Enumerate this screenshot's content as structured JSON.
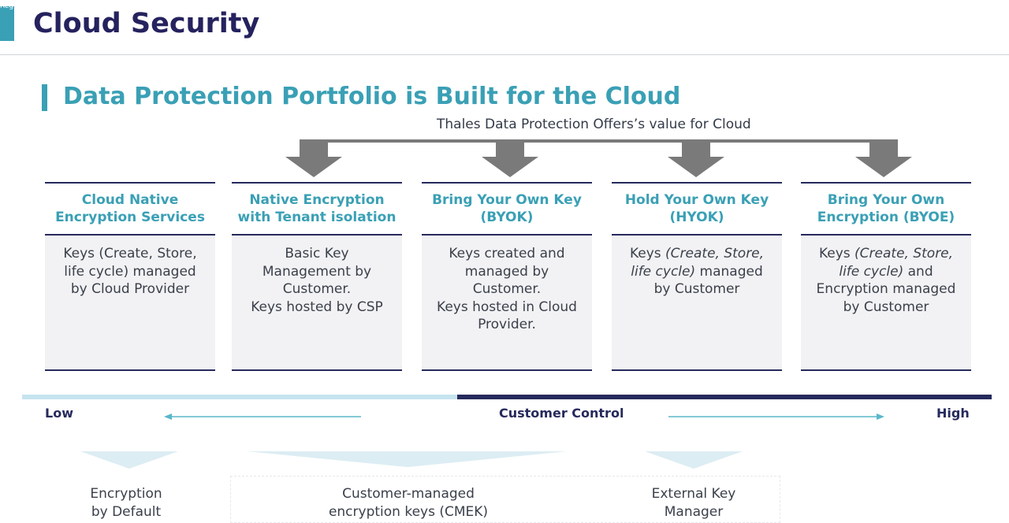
{
  "corner_text": "Reg",
  "header": {
    "title": "Cloud Security"
  },
  "subtitle": "Data Protection Portfolio is Built for the Cloud",
  "offers_caption": "Thales Data Protection Offers’s value for Cloud",
  "columns": [
    {
      "title_lines": [
        "Cloud Native",
        "Encryption Services"
      ],
      "body": [
        [
          "Keys (Create, Store,"
        ],
        [
          "life cycle) managed"
        ],
        [
          "by Cloud Provider"
        ]
      ]
    },
    {
      "title_lines": [
        "Native Encryption",
        "with Tenant isolation"
      ],
      "body": [
        [
          "Basic Key"
        ],
        [
          "Management by"
        ],
        [
          "Customer."
        ],
        [
          "Keys hosted by CSP"
        ]
      ]
    },
    {
      "title_lines": [
        "Bring Your Own Key",
        "(BYOK)"
      ],
      "body": [
        [
          "Keys created and"
        ],
        [
          "managed by"
        ],
        [
          "Customer."
        ],
        [
          "Keys hosted in Cloud"
        ],
        [
          "Provider."
        ]
      ]
    },
    {
      "title_lines": [
        "Hold Your Own Key",
        "(HYOK)"
      ],
      "body_parts": [
        [
          {
            "t": "Keys ",
            "i": false
          },
          {
            "t": "(Create, Store,",
            "i": true
          }
        ],
        [
          {
            "t": "life cycle)",
            "i": true
          },
          {
            "t": " managed",
            "i": false
          }
        ],
        [
          {
            "t": "by Customer",
            "i": false
          }
        ]
      ]
    },
    {
      "title_lines": [
        "Bring Your Own",
        "Encryption (BYOE)"
      ],
      "body_parts": [
        [
          {
            "t": "Keys ",
            "i": false
          },
          {
            "t": "(Create, Store,",
            "i": true
          }
        ],
        [
          {
            "t": "life cycle)",
            "i": true
          },
          {
            "t": " and",
            "i": false
          }
        ],
        [
          {
            "t": "Encryption managed",
            "i": false
          }
        ],
        [
          {
            "t": "by Customer",
            "i": false
          }
        ]
      ]
    }
  ],
  "control": {
    "low": "Low",
    "label": "Customer Control",
    "high": "High"
  },
  "bottom": [
    {
      "lines": [
        "Encryption",
        "by Default"
      ]
    },
    {
      "lines": [
        "Customer-managed",
        "encryption keys (CMEK)"
      ]
    },
    {
      "lines": [
        "External Key",
        "Manager"
      ]
    }
  ],
  "colors": {
    "navy": "#262a5c",
    "teal": "#3aa0b5",
    "arrow_gray": "#7a7a7a",
    "light_teal": "#c6e4ee"
  }
}
